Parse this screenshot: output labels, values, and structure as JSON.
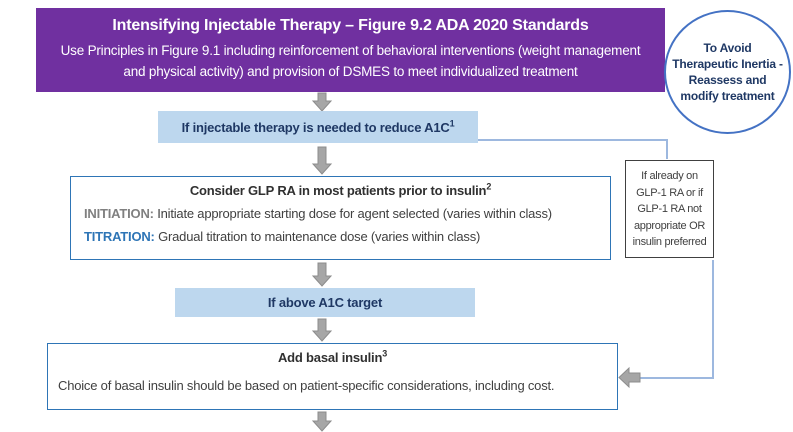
{
  "header": {
    "title": "Intensifying Injectable Therapy – Figure 9.2 ADA 2020 Standards",
    "subtitle": "Use Principles in Figure 9.1 including reinforcement of behavioral interventions (weight management and physical activity) and provision of DSMES to meet individualized treatment"
  },
  "oval_note": {
    "text": "To Avoid Therapeutic Inertia - Reassess and modify treatment"
  },
  "steps": {
    "injectable": {
      "text": "If injectable therapy is needed to reduce A1C",
      "sup": "1"
    },
    "glp": {
      "title": "Consider GLP RA in most patients prior to insulin",
      "title_sup": "2",
      "initiation_label": "INITIATION:",
      "initiation_text": " Initiate appropriate starting dose for agent selected (varies within class)",
      "titration_label": "TITRATION:",
      "titration_text": " Gradual titration to maintenance dose (varies within class)"
    },
    "side_note": {
      "text": "If already on GLP-1 RA or if GLP-1 RA not appropriate OR insulin preferred"
    },
    "above_target": {
      "text": "If above A1C target"
    },
    "basal": {
      "title": "Add basal insulin",
      "title_sup": "3",
      "body": "Choice of basal insulin should be based on patient-specific considerations, including cost."
    }
  },
  "colors": {
    "purple": "#7030A0",
    "light_blue_fill": "#BDD7EE",
    "navy_text": "#1F3864",
    "box_border_blue": "#2E75B6",
    "oval_border": "#4472C4",
    "connector_blue": "#9DB8DF",
    "arrow_gray": "#A6A6A6",
    "arrow_gray_stroke": "#8C8C8C",
    "initiation_gray": "#808080",
    "titration_blue": "#2E75B6",
    "side_border": "#404040",
    "body_text": "#404040"
  }
}
